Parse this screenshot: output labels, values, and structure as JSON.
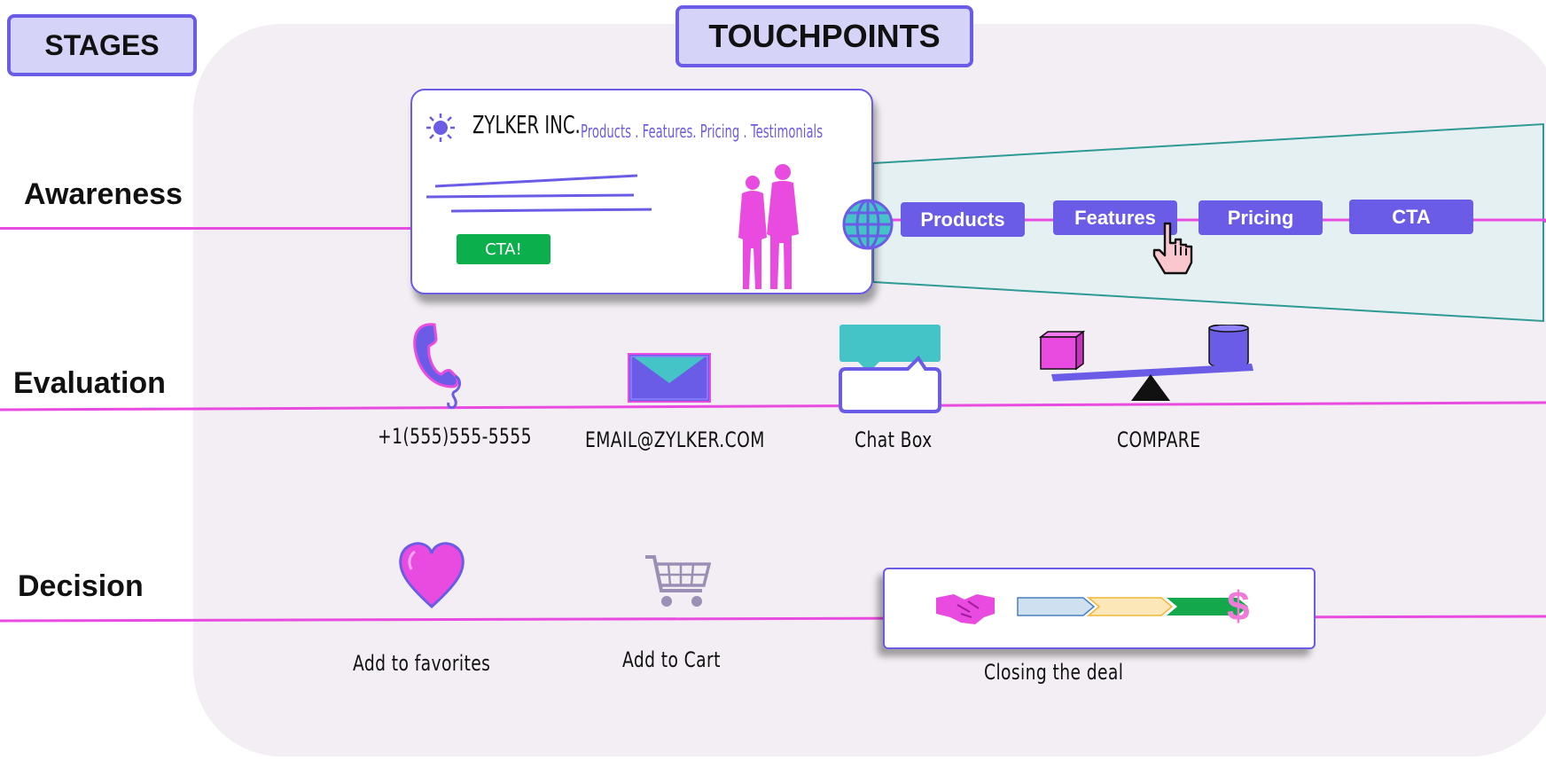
{
  "headers": {
    "stages": "STAGES",
    "touchpoints": "TOUCHPOINTS"
  },
  "stages": [
    "Awareness",
    "Evaluation",
    "Decision"
  ],
  "website": {
    "brand": "ZYLKER INC.",
    "nav": "Products . Features. Pricing . Testimonials",
    "cta": "CTA!"
  },
  "funnel": {
    "buttons": [
      "Products",
      "Features",
      "Pricing",
      "CTA"
    ]
  },
  "evaluation": {
    "phone": "+1(555)555-5555",
    "email": "EMAIL@ZYLKER.COM",
    "chat": "Chat Box",
    "compare": "COMPARE"
  },
  "decision": {
    "favorites": "Add to favorites",
    "cart": "Add to Cart",
    "closing": "Closing the deal"
  },
  "colors": {
    "accent": "#6a5ce6",
    "line": "#e94be0",
    "panel": "#f2eef3",
    "funnel": "#e5f0f2",
    "funnel_border": "#2e9a95",
    "cta_green": "#0bb04d"
  },
  "icons": [
    "sun-icon",
    "business-people-icon",
    "globe-icon",
    "hand-cursor-icon",
    "phone-icon",
    "envelope-icon",
    "chat-bubbles-icon",
    "scale-icon",
    "heart-icon",
    "cart-icon",
    "handshake-icon",
    "dollar-icon"
  ]
}
